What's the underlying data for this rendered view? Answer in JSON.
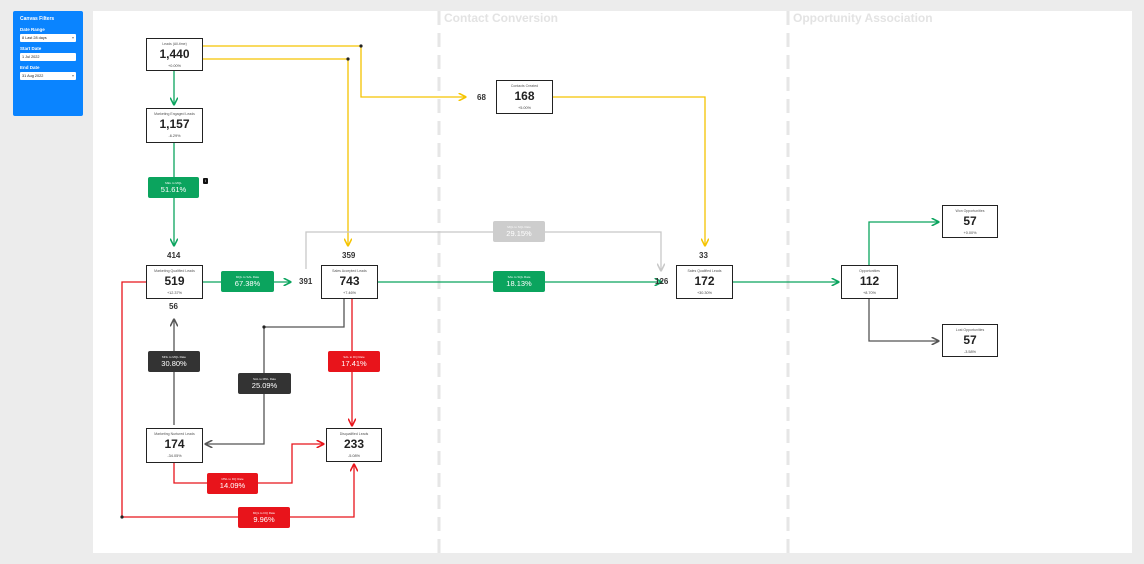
{
  "filters": {
    "title": "Canvas Filters",
    "date_range_label": "Date Range",
    "date_range_value": "8 Last 28 days",
    "start_date_label": "Start Date",
    "start_date_value": "1 Jul 2022",
    "end_date_label": "End Date",
    "end_date_value": "31 Aug 2022"
  },
  "sections": {
    "contact_conversion": "Contact Conversion",
    "opportunity_association": "Opportunity Association"
  },
  "nodes": {
    "leads_total": {
      "label": "Leads (All-time)",
      "value": "1,440",
      "change": "+0.00%"
    },
    "marketing_engaged": {
      "label": "Marketing Engaged Leads",
      "value": "1,157",
      "change": "-6.29%"
    },
    "marketing_qualified": {
      "label": "Marketing Qualified Leads",
      "value": "519",
      "change": "+12.37%"
    },
    "sales_accepted": {
      "label": "Sales Accepted Leads",
      "value": "743",
      "change": "+7.46%"
    },
    "contacts_created": {
      "label": "Contacts Created",
      "value": "168",
      "change": "+5.00%"
    },
    "sales_qualified": {
      "label": "Sales Qualified Leads",
      "value": "172",
      "change": "+30.30%"
    },
    "opportunities": {
      "label": "Opportunities",
      "value": "112",
      "change": "+8.70%"
    },
    "opportunities_won": {
      "label": "Won Opportunities",
      "value": "57",
      "change": "+0.00%"
    },
    "opportunities_lost": {
      "label": "Lost Opportunities",
      "value": "57",
      "change": "-3.58%"
    },
    "marketing_nurtured": {
      "label": "Marketing Nurtured Leads",
      "value": "174",
      "change": "-34.05%"
    },
    "disqualified": {
      "label": "Disqualified Leads",
      "value": "233",
      "change": "-5.08%"
    }
  },
  "conversions": {
    "mel_to_mql": {
      "label": "MEL to MQL",
      "pct": "51.61%"
    },
    "mql_to_sal": {
      "label": "MQL to SAL Rate",
      "pct": "67.38%"
    },
    "sal_to_sql": {
      "label": "SAL to SQL Rate",
      "pct": "18.13%"
    },
    "mql_to_sql": {
      "label": "MQL to SQL Rate",
      "pct": "29.15%"
    },
    "nurture_to_mql": {
      "label": "MNL to MQL Rate",
      "pct": "30.80%"
    },
    "sal_to_nurture": {
      "label": "SAL to MNL Rate",
      "pct": "25.09%"
    },
    "sal_to_dq": {
      "label": "SAL to DQ Rate",
      "pct": "17.41%"
    },
    "nurture_to_dq": {
      "label": "MNL to DQ Rate",
      "pct": "14.09%"
    },
    "mql_to_dq": {
      "label": "MQL to DQ Rate",
      "pct": "9.96%"
    }
  },
  "counts": {
    "into_mql": "414",
    "into_sal_top": "359",
    "into_sal_left": "391",
    "from_nurture": "56",
    "into_contacts": "68",
    "into_sql_top": "33",
    "into_sql_left": "126"
  },
  "colors": {
    "accent_blue": "#0a84ff",
    "positive_green": "#0ba45e",
    "negative_red": "#e8141b",
    "neutral_dark": "#333333",
    "inactive_grey": "#cdcdcd",
    "contact_flow_yellow": "#f5c400"
  }
}
